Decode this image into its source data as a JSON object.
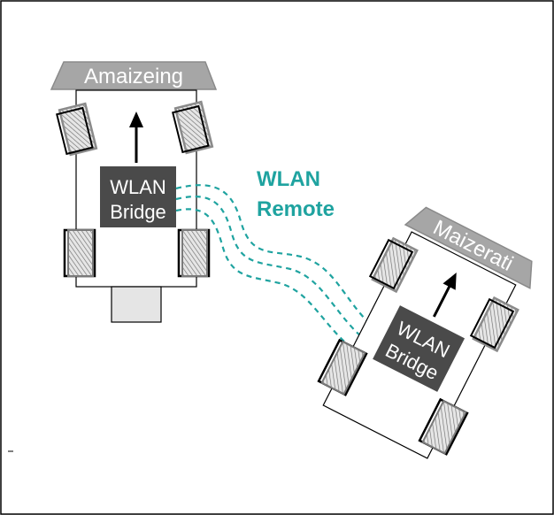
{
  "robot_left": {
    "name": "Amaizeing",
    "module": {
      "line1": "WLAN",
      "line2": "Bridge"
    }
  },
  "robot_right": {
    "name": "Maizerati",
    "module": {
      "line1": "WLAN",
      "line2": "Bridge"
    }
  },
  "link": {
    "line1": "WLAN",
    "line2": "Remote"
  },
  "colors": {
    "link": "#1fa3a0",
    "module_fill": "#4a4a4a",
    "nameplate_fill": "#a6a6a6",
    "wheel_fill": "#d9d9d9",
    "hatch": "#6f6f6f"
  },
  "icons": {
    "direction": "arrow-up-icon",
    "wheel": "hatched-wheel-icon",
    "antenna": "zigzag-antenna-icon"
  }
}
